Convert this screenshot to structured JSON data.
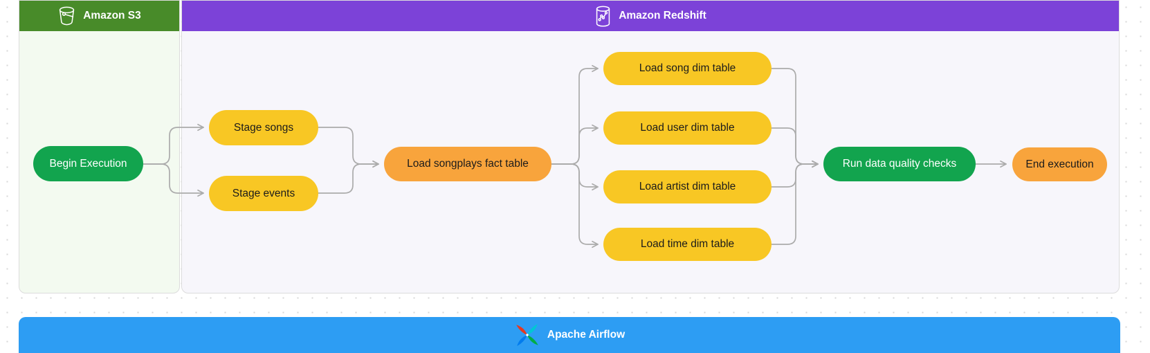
{
  "diagram": {
    "type": "flowchart",
    "groups": {
      "s3": {
        "title": "Amazon S3",
        "header_color": "#488B29",
        "body_color": "#F3FAF0",
        "icon": "s3-bucket-icon"
      },
      "redshift": {
        "title": "Amazon Redshift",
        "header_color": "#7C42D8",
        "body_color": "#F7F6FB",
        "icon": "redshift-database-icon"
      },
      "airflow": {
        "title": "Apache Airflow",
        "header_color": "#2D9DF3",
        "icon": "airflow-pinwheel-icon"
      }
    },
    "nodes": [
      {
        "id": "begin",
        "label": "Begin Execution",
        "group": "s3",
        "color": "#12A44E",
        "text_color": "#FFFFFF"
      },
      {
        "id": "stage_songs",
        "label": "Stage songs",
        "group": "redshift",
        "color": "#F8C724",
        "text_color": "#1B1B1B"
      },
      {
        "id": "stage_events",
        "label": "Stage events",
        "group": "redshift",
        "color": "#F8C724",
        "text_color": "#1B1B1B"
      },
      {
        "id": "load_fact",
        "label": "Load songplays fact table",
        "group": "redshift",
        "color": "#F8A43C",
        "text_color": "#1B1B1B"
      },
      {
        "id": "load_song_dim",
        "label": "Load song dim table",
        "group": "redshift",
        "color": "#F8C724",
        "text_color": "#1B1B1B"
      },
      {
        "id": "load_user_dim",
        "label": "Load user dim table",
        "group": "redshift",
        "color": "#F8C724",
        "text_color": "#1B1B1B"
      },
      {
        "id": "load_artist_dim",
        "label": "Load artist dim table",
        "group": "redshift",
        "color": "#F8C724",
        "text_color": "#1B1B1B"
      },
      {
        "id": "load_time_dim",
        "label": "Load time dim table",
        "group": "redshift",
        "color": "#F8C724",
        "text_color": "#1B1B1B"
      },
      {
        "id": "quality_checks",
        "label": "Run data quality checks",
        "group": "redshift",
        "color": "#12A44E",
        "text_color": "#FFFFFF"
      },
      {
        "id": "end",
        "label": "End execution",
        "group": "redshift",
        "color": "#F8A43C",
        "text_color": "#1B1B1B"
      }
    ],
    "edges": [
      [
        "begin",
        "stage_songs"
      ],
      [
        "begin",
        "stage_events"
      ],
      [
        "stage_songs",
        "load_fact"
      ],
      [
        "stage_events",
        "load_fact"
      ],
      [
        "load_fact",
        "load_song_dim"
      ],
      [
        "load_fact",
        "load_user_dim"
      ],
      [
        "load_fact",
        "load_artist_dim"
      ],
      [
        "load_fact",
        "load_time_dim"
      ],
      [
        "load_song_dim",
        "quality_checks"
      ],
      [
        "load_user_dim",
        "quality_checks"
      ],
      [
        "load_artist_dim",
        "quality_checks"
      ],
      [
        "load_time_dim",
        "quality_checks"
      ],
      [
        "quality_checks",
        "end"
      ]
    ],
    "edge_color": "#ABABAB"
  }
}
